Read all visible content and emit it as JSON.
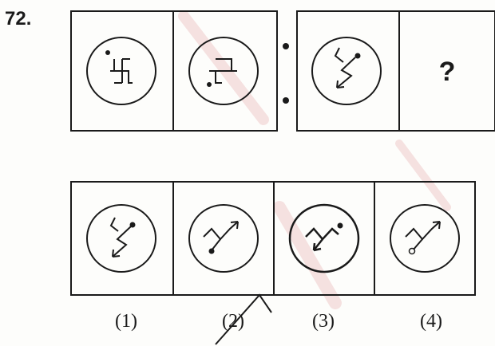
{
  "question": {
    "number": "72.",
    "unknown_mark": "?"
  },
  "options": [
    {
      "label": "(1)"
    },
    {
      "label": "(2)"
    },
    {
      "label": "(3)"
    },
    {
      "label": "(4)"
    }
  ],
  "colors": {
    "ink": "#1a1a1a",
    "watermark": "#e8b0b0"
  },
  "icons": [
    "swastika-symbol-icon",
    "mirrored-swastika-symbol-icon",
    "zigzag-arrow-icon"
  ]
}
